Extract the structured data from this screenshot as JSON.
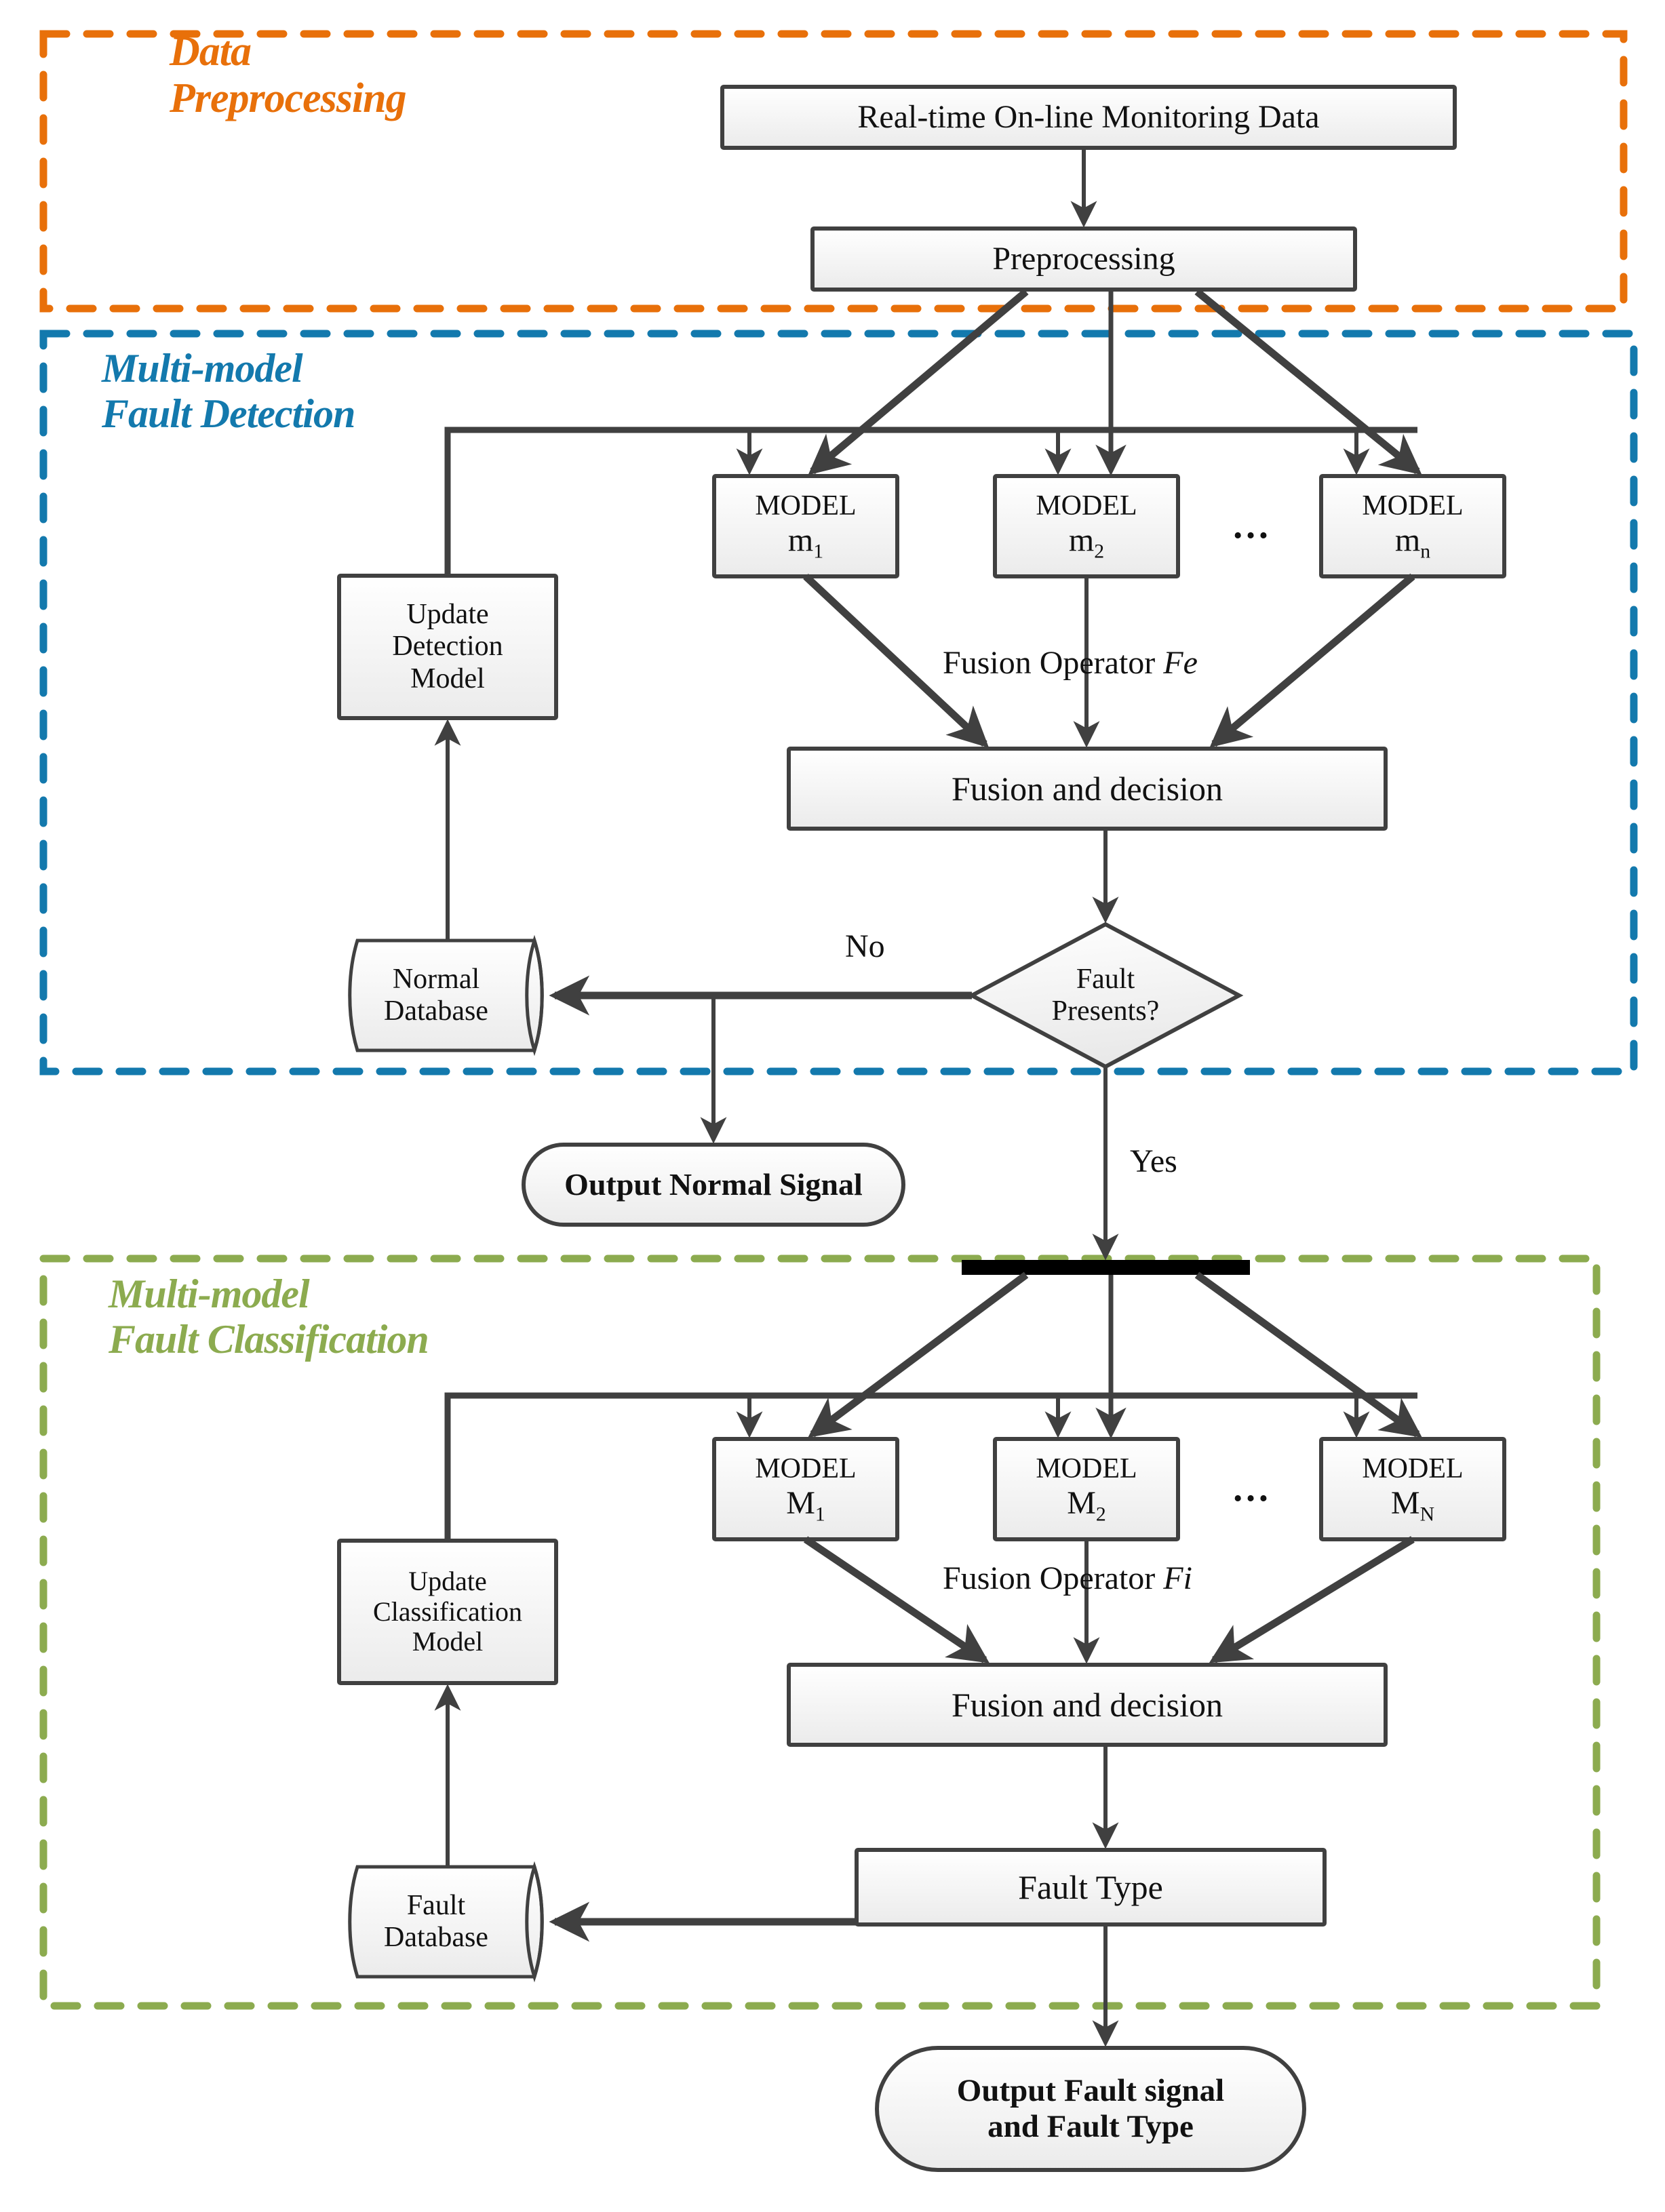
{
  "groups": [
    {
      "id": "data-preprocessing",
      "title_line1": "Data",
      "title_line2": "Preprocessing",
      "color": "#E8700A"
    },
    {
      "id": "multi-model-fault-detection",
      "title_line1": "Multi-model",
      "title_line2": "Fault  Detection",
      "color": "#1379AD"
    },
    {
      "id": "multi-model-fault-classification",
      "title_line1": "Multi-model",
      "title_line2": "Fault Classification",
      "color": "#8CAB4F"
    }
  ],
  "nodes": {
    "realtime_data": "Real-time On-line Monitoring Data",
    "preprocessing": "Preprocessing",
    "model_word": "MODEL",
    "detect_m1": "m1",
    "detect_m2": "m2",
    "detect_mn": "mn",
    "detect_ellipsis": "…",
    "update_detection_model": "Update\nDetection\nModel",
    "fusion_decision_detect": "Fusion and decision",
    "normal_database": "Normal\nDatabase",
    "fault_presents": "Fault\nPresents?",
    "output_normal_signal": "Output Normal Signal",
    "classify_M1": "M1",
    "classify_M2": "M2",
    "classify_MN": "MN",
    "classify_ellipsis": "…",
    "update_classification_model": "Update\nClassification\nModel",
    "fusion_decision_classify": "Fusion and decision",
    "fault_type": "Fault Type",
    "fault_database": "Fault\nDatabase",
    "output_fault": "Output Fault signal\nand Fault Type"
  },
  "edge_labels": {
    "fusion_operator_fe_prefix": "Fusion Operator ",
    "fusion_operator_fe_symbol": "Fe",
    "fusion_operator_fi_prefix": "Fusion Operator ",
    "fusion_operator_fi_symbol": "Fi",
    "no": "No",
    "yes": "Yes"
  },
  "colors": {
    "orange": "#E8700A",
    "blue": "#1379AD",
    "green": "#8CAB4F",
    "stroke": "#404040",
    "node_fill_top": "#ffffff",
    "node_fill_bottom": "#eeeeee",
    "black_bar": "#000000"
  }
}
